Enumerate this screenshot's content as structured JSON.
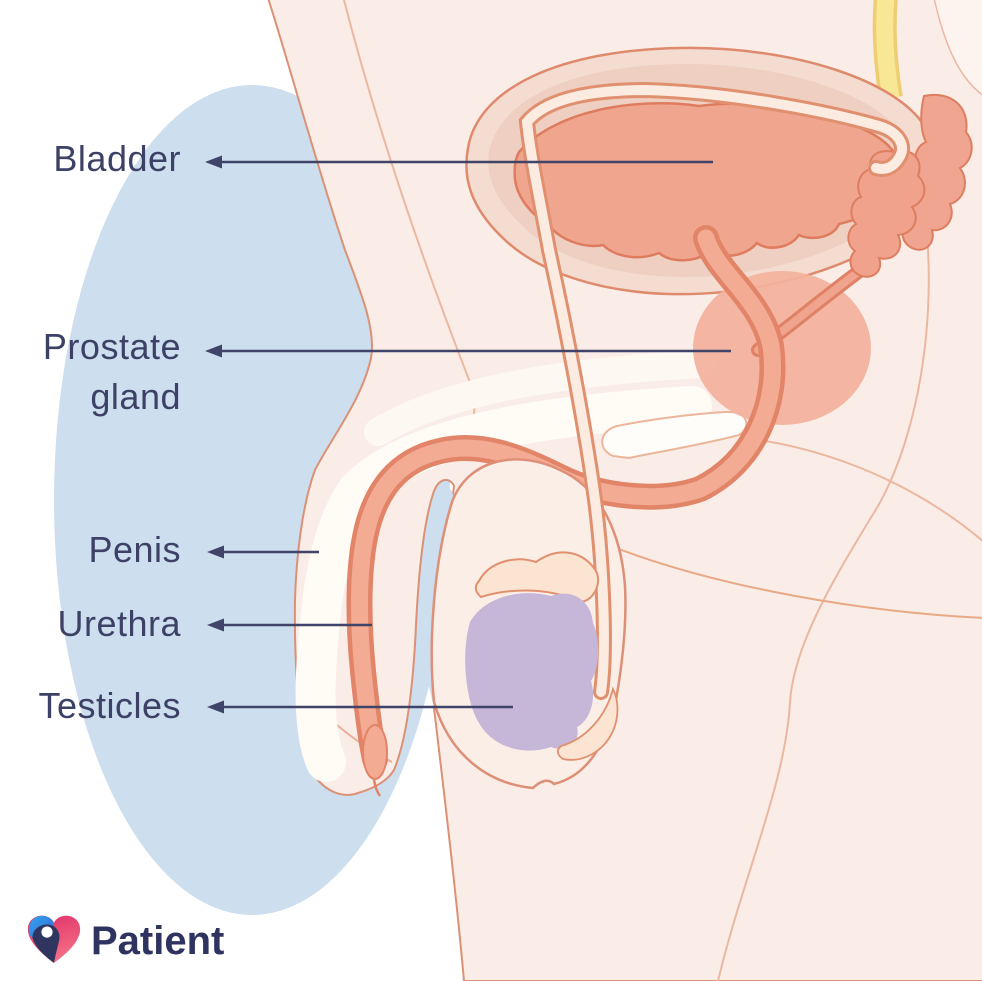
{
  "page": {
    "background": "#ffffff",
    "description": "Sagittal cross-section medical illustration of the male pelvis showing urinary and reproductive anatomy, with five labelled structures and the Patient brand logo"
  },
  "diagram": {
    "labels": [
      {
        "id": "bladder",
        "text": "Bladder"
      },
      {
        "id": "prostate-gland",
        "text": "Prostate",
        "text2": "gland"
      },
      {
        "id": "penis",
        "text": "Penis"
      },
      {
        "id": "urethra",
        "text": "Urethra"
      },
      {
        "id": "testicles",
        "text": "Testicles"
      }
    ],
    "colors": {
      "label_text": "#3d4166",
      "arrow": "#3f4468",
      "background_blob_blue": "#cddeef",
      "skin": "#faede7",
      "skin_outline": "#db9175",
      "bladder_wall": "#f4dcd1",
      "bladder_inner": "#f0a58f",
      "organ_outline": "#df7c5f",
      "prostate": "#f3b19d",
      "urethra_fill": "#f3ab94",
      "urethra_edge": "#e28468",
      "ureter_yellow": "#f8e795",
      "testicle_purple": "#c6b7d9",
      "epididymis": "#fce4d2",
      "vas_deferens": "#fbebe1"
    }
  },
  "logo": {
    "brand": "Patient",
    "navy": "#2f3360",
    "heart_blue": "#35a3ea",
    "heart_pink": "#e8436f"
  }
}
